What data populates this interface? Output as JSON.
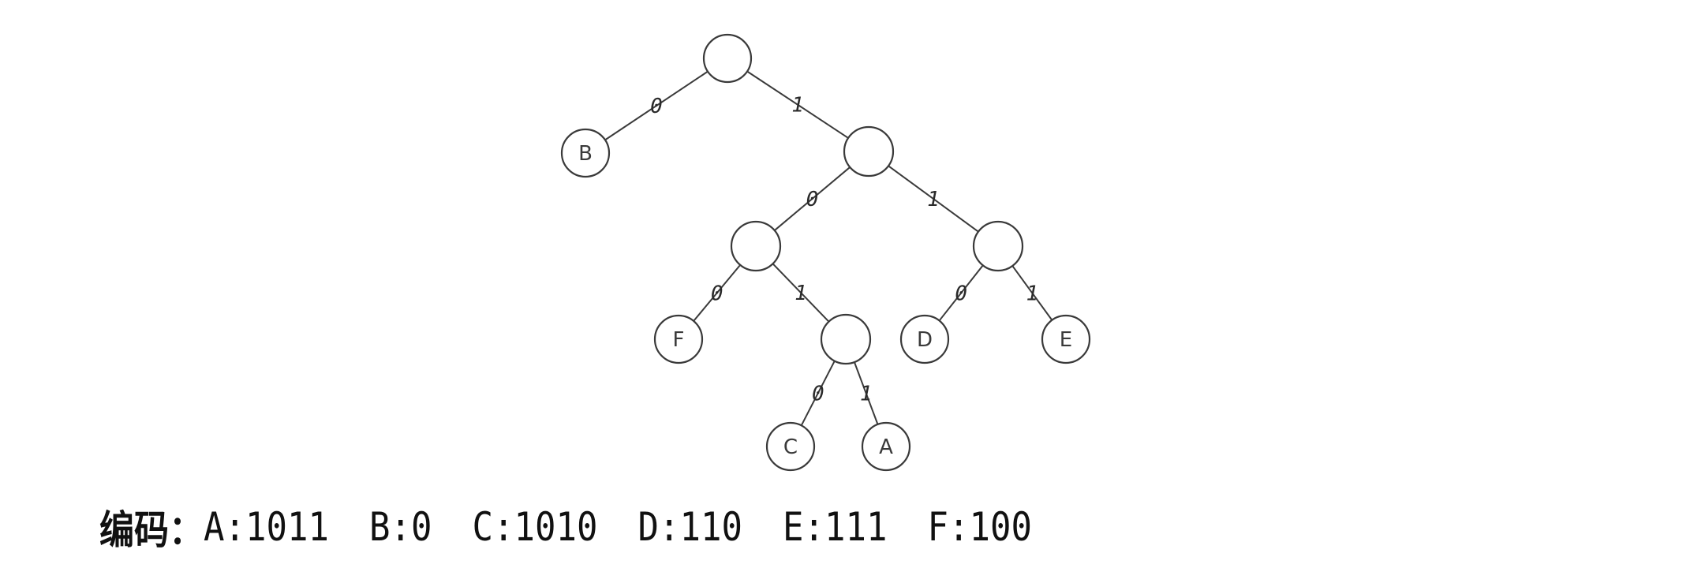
{
  "tree": {
    "nodes": [
      {
        "id": "root",
        "label": ""
      },
      {
        "id": "B",
        "label": "B"
      },
      {
        "id": "n1",
        "label": ""
      },
      {
        "id": "n10",
        "label": ""
      },
      {
        "id": "n11",
        "label": ""
      },
      {
        "id": "F",
        "label": "F"
      },
      {
        "id": "n101",
        "label": ""
      },
      {
        "id": "D",
        "label": "D"
      },
      {
        "id": "E",
        "label": "E"
      },
      {
        "id": "C",
        "label": "C"
      },
      {
        "id": "A",
        "label": "A"
      }
    ],
    "edges": [
      {
        "from": "root",
        "to": "B",
        "bit": "0"
      },
      {
        "from": "root",
        "to": "n1",
        "bit": "1"
      },
      {
        "from": "n1",
        "to": "n10",
        "bit": "0"
      },
      {
        "from": "n1",
        "to": "n11",
        "bit": "1"
      },
      {
        "from": "n10",
        "to": "F",
        "bit": "0"
      },
      {
        "from": "n10",
        "to": "n101",
        "bit": "1"
      },
      {
        "from": "n11",
        "to": "D",
        "bit": "0"
      },
      {
        "from": "n11",
        "to": "E",
        "bit": "1"
      },
      {
        "from": "n101",
        "to": "C",
        "bit": "0"
      },
      {
        "from": "n101",
        "to": "A",
        "bit": "1"
      }
    ]
  },
  "encoding": {
    "prefix": "编码：",
    "codes": [
      {
        "symbol": "A",
        "code": "1011",
        "text": "A:1011"
      },
      {
        "symbol": "B",
        "code": "0",
        "text": "B:0"
      },
      {
        "symbol": "C",
        "code": "1010",
        "text": "C:1010"
      },
      {
        "symbol": "D",
        "code": "110",
        "text": "D:110"
      },
      {
        "symbol": "E",
        "code": "111",
        "text": "E:111"
      },
      {
        "symbol": "F",
        "code": "100",
        "text": "F:100"
      }
    ]
  }
}
